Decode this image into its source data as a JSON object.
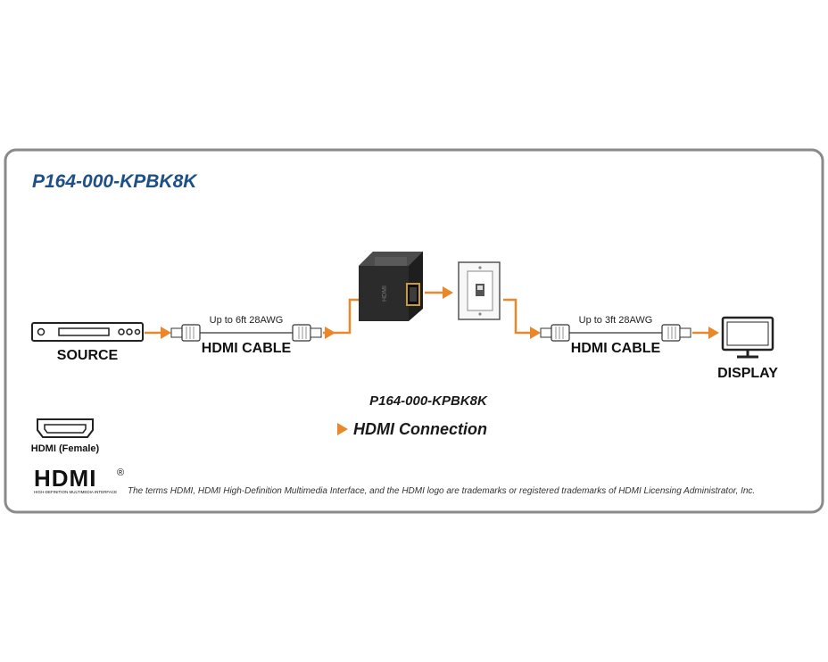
{
  "title": "P164-000-KPBK8K",
  "nodes": {
    "source": {
      "label": "SOURCE"
    },
    "display": {
      "label": "DISPLAY"
    }
  },
  "cables": [
    {
      "label": "HDMI CABLE",
      "spec": "Up to 6ft 28AWG"
    },
    {
      "label": "HDMI CABLE",
      "spec": "Up to 3ft 28AWG"
    }
  ],
  "coupler": {
    "name": "P164-000-KPBK8K",
    "printed_text": "HDMI"
  },
  "legend": {
    "connection": "HDMI Connection",
    "port": "HDMI (Female)"
  },
  "footer": {
    "logo_text": "HDMI",
    "logo_registered": "®",
    "logo_tagline": "HIGH-DEFINITION MULTIMEDIA INTERFACE",
    "trademark": "The terms HDMI, HDMI High-Definition Multimedia Interface, and the HDMI logo are trademarks or registered trademarks of HDMI Licensing Administrator, Inc."
  },
  "colors": {
    "accent": "#e8882a",
    "title": "#1d4f88",
    "frame": "#8a8a8a",
    "device": "#2b2b2b"
  }
}
